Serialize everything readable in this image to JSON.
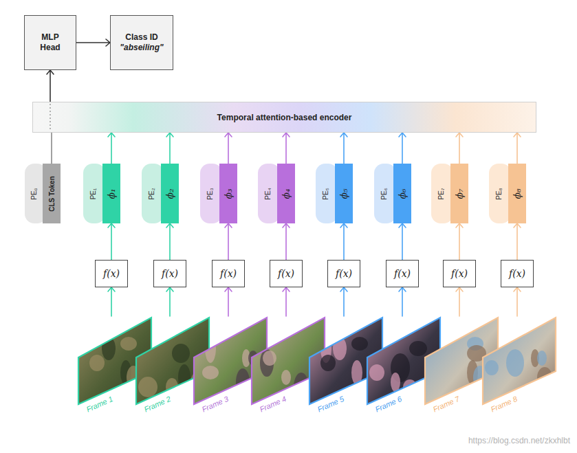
{
  "diagram": {
    "nodes": [
      {
        "text": [
          "MLP Head"
        ]
      },
      {
        "text": [
          "Class ID",
          "\"abseiling\""
        ]
      },
      {
        "text": [
          "Temporal attention-based encoder"
        ]
      },
      {
        "text": [
          "PE₀"
        ]
      },
      {
        "text": [
          "CLS Token"
        ]
      },
      {
        "text": [
          "PE₁"
        ]
      },
      {
        "text": [
          "ϕ₁"
        ]
      },
      {
        "text": [
          "PE₂"
        ]
      },
      {
        "text": [
          "ϕ₂"
        ]
      },
      {
        "text": [
          "PE₃"
        ]
      },
      {
        "text": [
          "ϕ₃"
        ]
      },
      {
        "text": [
          "PE₄"
        ]
      },
      {
        "text": [
          "ϕ₄"
        ]
      },
      {
        "text": [
          "PE₅"
        ]
      },
      {
        "text": [
          "ϕ₅"
        ]
      },
      {
        "text": [
          "PE₆"
        ]
      },
      {
        "text": [
          "ϕ₆"
        ]
      },
      {
        "text": [
          "PE₇"
        ]
      },
      {
        "text": [
          "ϕ₇"
        ]
      },
      {
        "text": [
          "PE₈"
        ]
      },
      {
        "text": [
          "ϕ₈"
        ]
      },
      {
        "text": [
          "f(x)"
        ]
      },
      {
        "text": [
          "f(x)"
        ]
      },
      {
        "text": [
          "f(x)"
        ]
      },
      {
        "text": [
          "f(x)"
        ]
      },
      {
        "text": [
          "f(x)"
        ]
      },
      {
        "text": [
          "f(x)"
        ]
      },
      {
        "text": [
          "f(x)"
        ]
      },
      {
        "text": [
          "f(x)"
        ]
      },
      {
        "text": [
          "Frame 1"
        ]
      },
      {
        "text": [
          "Frame 2"
        ]
      },
      {
        "text": [
          "Frame 3"
        ]
      },
      {
        "text": [
          "Frame 4"
        ]
      },
      {
        "text": [
          "Frame 5"
        ]
      },
      {
        "text": [
          "Frame 6"
        ]
      },
      {
        "text": [
          "Frame 7"
        ]
      },
      {
        "text": [
          "Frame 8"
        ]
      }
    ],
    "edges": [
      {
        "from": 0,
        "to": 1,
        "arrow": "to"
      },
      {
        "from": 2,
        "to": 0,
        "arrow": "to"
      },
      {
        "from": 4,
        "to": 2,
        "arrow": "none"
      },
      {
        "from": 6,
        "to": 2,
        "arrow": "to"
      },
      {
        "from": 8,
        "to": 2,
        "arrow": "to"
      },
      {
        "from": 10,
        "to": 2,
        "arrow": "to"
      },
      {
        "from": 12,
        "to": 2,
        "arrow": "to"
      },
      {
        "from": 14,
        "to": 2,
        "arrow": "to"
      },
      {
        "from": 16,
        "to": 2,
        "arrow": "to"
      },
      {
        "from": 18,
        "to": 2,
        "arrow": "to"
      },
      {
        "from": 20,
        "to": 2,
        "arrow": "to"
      },
      {
        "from": 21,
        "to": 6,
        "arrow": "to"
      },
      {
        "from": 22,
        "to": 8,
        "arrow": "to"
      },
      {
        "from": 23,
        "to": 10,
        "arrow": "to"
      },
      {
        "from": 24,
        "to": 12,
        "arrow": "to"
      },
      {
        "from": 25,
        "to": 14,
        "arrow": "to"
      },
      {
        "from": 26,
        "to": 16,
        "arrow": "to"
      },
      {
        "from": 27,
        "to": 18,
        "arrow": "to"
      },
      {
        "from": 28,
        "to": 20,
        "arrow": "to"
      },
      {
        "from": 29,
        "to": 21,
        "arrow": "to"
      },
      {
        "from": 30,
        "to": 22,
        "arrow": "to"
      },
      {
        "from": 31,
        "to": 23,
        "arrow": "to"
      },
      {
        "from": 32,
        "to": 24,
        "arrow": "to"
      },
      {
        "from": 33,
        "to": 25,
        "arrow": "to"
      },
      {
        "from": 34,
        "to": 26,
        "arrow": "to"
      },
      {
        "from": 35,
        "to": 27,
        "arrow": "to"
      },
      {
        "from": 36,
        "to": 28,
        "arrow": "to"
      }
    ],
    "labels": [
      "https://blog.csdn.net/zkxhlbt"
    ]
  }
}
